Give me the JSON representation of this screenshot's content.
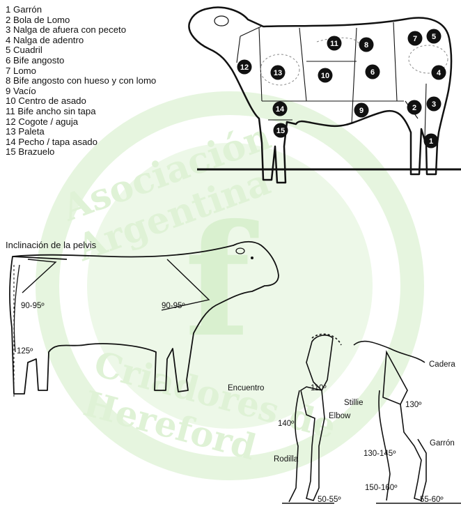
{
  "legend": [
    "1 Garrón",
    "2 Bola de Lomo",
    "3 Nalga de afuera con peceto",
    "4 Nalga de adentro",
    "5 Cuadril",
    "6 Bife angosto",
    "7 Lomo",
    "8 Bife angosto con hueso y con lomo",
    "9 Vacío",
    "10 Centro de asado",
    "11 Bife ancho sin tapa",
    "12 Cogote / aguja",
    "13 Paleta",
    "14 Pecho / tapa asado",
    "15 Brazuelo"
  ],
  "cuts": [
    "1",
    "2",
    "3",
    "4",
    "5",
    "6",
    "7",
    "8",
    "9",
    "10",
    "11",
    "12",
    "13",
    "14",
    "15"
  ],
  "pelvis": {
    "title": "Inclinación de la pelvis",
    "angle_rear": "90-95º",
    "angle_front": "90-95º",
    "angle_hock": "125º"
  },
  "front_leg": {
    "encuentro": "Encuentro",
    "angle_top": "110º",
    "elbow": "Elbow",
    "angle_elbow": "140º",
    "rodilla": "Rodilla",
    "angle_pastern": "50-55º"
  },
  "rear_leg": {
    "cadera": "Cadera",
    "stillie": "Stillie",
    "angle_stifle": "130º",
    "garron": "Garrón",
    "angle_hock": "130-145º",
    "angle_pastern_joint": "150-160º",
    "angle_pastern": "55-60º"
  },
  "watermark": {
    "line1": "Asociación Argentina",
    "line2": "Criadores de Hereford",
    "logo": "f",
    "color": "#dff2d6"
  }
}
